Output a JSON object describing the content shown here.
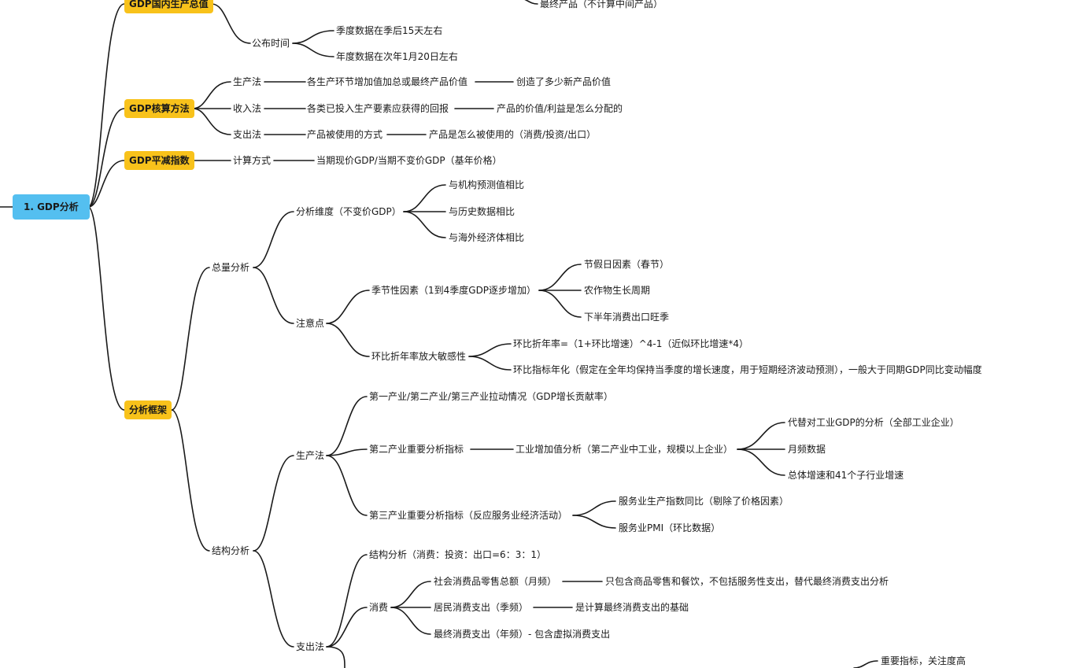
{
  "colors": {
    "accent_yellow": "#f8c21b",
    "accent_blue": "#54bff0",
    "line": "#1a1a1a"
  },
  "nodes": {
    "root": "1. GDP分析",
    "gdp_total": "GDP国内生产总值",
    "final_products": "最终产品（不计算中间产品）",
    "publish_time": "公布时间",
    "quarterly_data": "季度数据在季后15天左右",
    "annual_data": "年度数据在次年1月20日左右",
    "accounting_methods": "GDP核算方法",
    "production_method": "生产法",
    "production_desc": "各生产环节增加值加总或最终产品价值",
    "production_meaning": "创造了多少新产品价值",
    "income_method": "收入法",
    "income_desc": "各类已投入生产要素应获得的回报",
    "income_meaning": "产品的价值/利益是怎么分配的",
    "expenditure_method": "支出法",
    "expenditure_desc": "产品被使用的方式",
    "expenditure_meaning": "产品是怎么被使用的（消费/投资/出口）",
    "deflator": "GDP平减指数",
    "calc_method": "计算方式",
    "calc_formula": "当期现价GDP/当期不变价GDP（基年价格）",
    "framework": "分析框架",
    "total_analysis": "总量分析",
    "dimensions": "分析维度（不变价GDP）",
    "vs_forecast": "与机构预测值相比",
    "vs_history": "与历史数据相比",
    "vs_overseas": "与海外经济体相比",
    "notes": "注意点",
    "seasonal": "季节性因素（1到4季度GDP逐步增加）",
    "holiday": "节假日因素（春节）",
    "crop_cycle": "农作物生长周期",
    "h2_consumption": "下半年消费出口旺季",
    "qoq_sensitivity": "环比折年率放大敏感性",
    "qoq_formula": "环比折年率=（1+环比增速）^4-1（近似环比增速*4）",
    "qoq_annualized": "环比指标年化（假定在全年均保持当季度的增长速度，用于短期经济波动预测），一般大于同期GDP同比变动幅度",
    "structure_analysis": "结构分析",
    "production_approach": "生产法",
    "industry_pull": "第一产业/第二产业/第三产业拉动情况（GDP增长贡献率）",
    "secondary_indicators": "第二产业重要分析指标",
    "industrial_value_added": "工业增加值分析（第二产业中工业，规模以上企业）",
    "replace_industrial_gdp": "代替对工业GDP的分析（全部工业企业）",
    "monthly_data": "月频数据",
    "growth_41_sub": "总体增速和41个子行业增速",
    "tertiary_indicators": "第三产业重要分析指标（反应服务业经济活动）",
    "service_production_index": "服务业生产指数同比（剔除了价格因素）",
    "service_pmi": "服务业PMI（环比数据）",
    "expenditure_approach": "支出法",
    "structure_ratio": "结构分析（消费：投资：出口=6：3：1）",
    "consumption": "消费",
    "retail_sales": "社会消费品零售总额（月频）",
    "retail_sales_note": "只包含商品零售和餐饮，不包括服务性支出，替代最终消费支出分析",
    "household_consumption": "居民消费支出（季频）",
    "household_note": "是计算最终消费支出的基础",
    "final_consumption": "最终消费支出（年频）- 包含虚拟消费支出",
    "important_indicator": "重要指标，关注度高"
  }
}
